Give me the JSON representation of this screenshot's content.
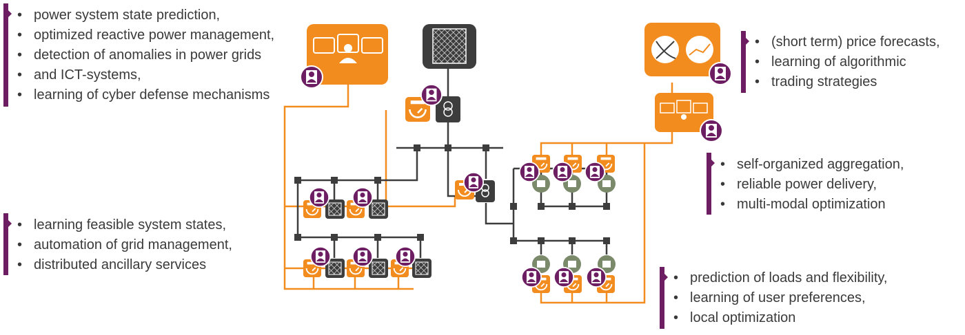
{
  "texts": {
    "top_left": [
      "power system state prediction,",
      "optimized reactive power management,",
      "detection of anomalies in power grids",
      "and ICT-systems,",
      "learning of cyber defense mechanisms"
    ],
    "top_right": [
      "(short term) price forecasts,",
      "learning of algorithmic",
      "trading strategies"
    ],
    "mid_left": [
      "learning feasible system states,",
      "automation of grid management,",
      "distributed ancillary services"
    ],
    "mid_right": [
      "self-organized aggregation,",
      "reliable power delivery,",
      "multi-modal optimization"
    ],
    "bottom_right": [
      "prediction of loads and flexibility,",
      "learning of user preferences,",
      "local optimization"
    ]
  },
  "colors": {
    "accent": "#6d1e63",
    "orange": "#f28c1e",
    "grid": "#3d3d3d",
    "device": "#7a8a6a"
  },
  "icons": [
    "agent-icon",
    "dashboard-icon",
    "meter-icon",
    "transformer-icon",
    "pv-array-icon",
    "market-icon",
    "house-icon",
    "car-icon"
  ]
}
